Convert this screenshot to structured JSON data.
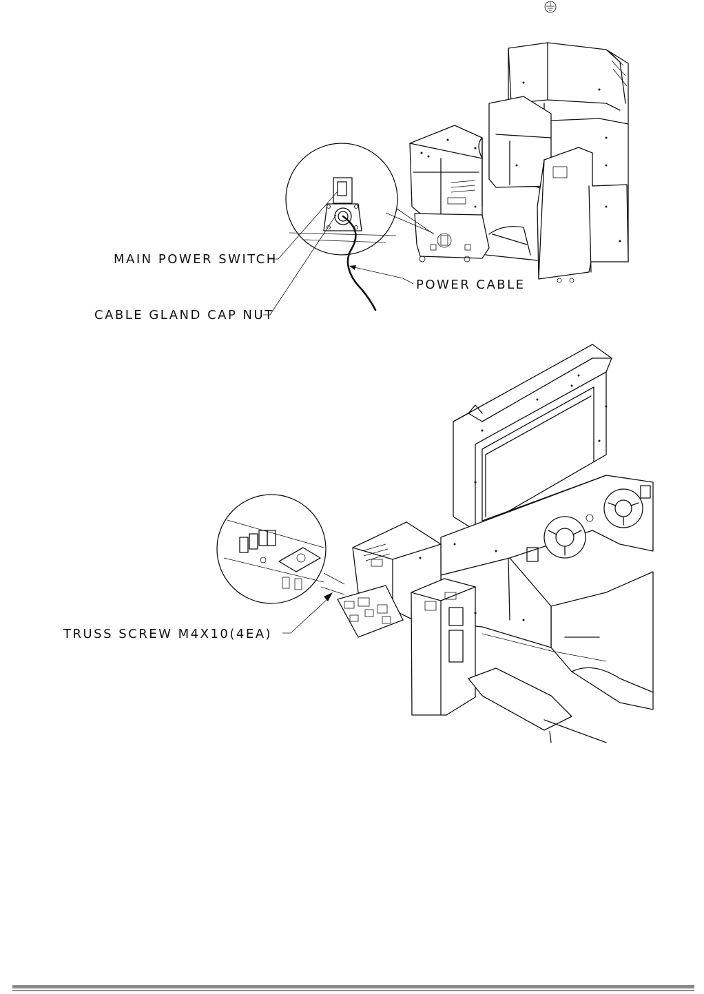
{
  "figure1": {
    "labels": {
      "main_power_switch": "MAIN POWER SWITCH",
      "cable_gland_cap_nut": "CABLE GLAND CAP NUT",
      "power_cable": "POWER CABLE"
    }
  },
  "figure2": {
    "labels": {
      "truss_screw": "TRUSS SCREW M4X10(4EA)"
    }
  },
  "icons": {
    "ground_symbol": "earth-ground-icon"
  },
  "colors": {
    "line": "#111111",
    "footer_bar": "#808080",
    "background": "#ffffff"
  }
}
